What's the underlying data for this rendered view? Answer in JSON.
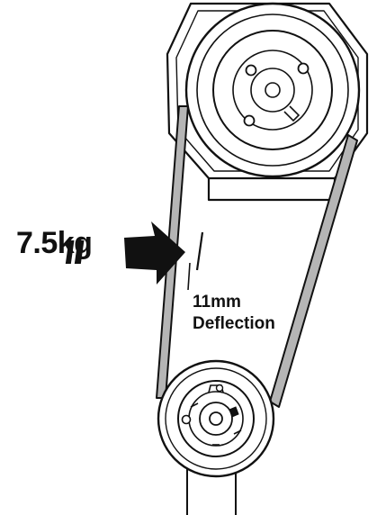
{
  "callouts": {
    "force": "7.5kg",
    "deflection_value": "11mm",
    "deflection_word": "Deflection"
  },
  "colors": {
    "line": "#111111",
    "belt_fill": "#b5b5b5",
    "arrow": "#111111",
    "background": "#ffffff"
  },
  "icons": {
    "force_arrow": "arrow-right-icon"
  }
}
